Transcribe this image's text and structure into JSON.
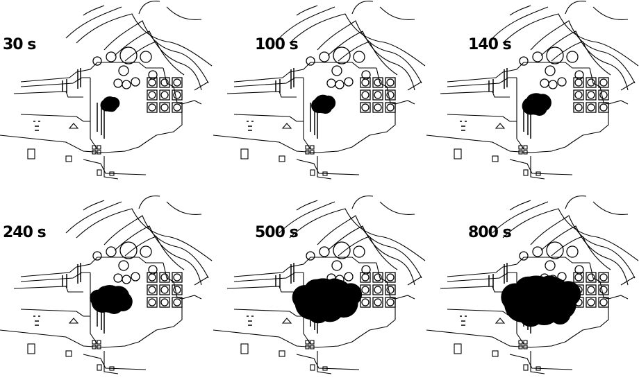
{
  "figure": {
    "panels": [
      {
        "time_label": "30 s",
        "plume_extent": 0.1
      },
      {
        "time_label": "100 s",
        "plume_extent": 0.18
      },
      {
        "time_label": "140 s",
        "plume_extent": 0.26
      },
      {
        "time_label": "240 s",
        "plume_extent": 0.4
      },
      {
        "time_label": "500 s",
        "plume_extent": 0.72
      },
      {
        "time_label": "800 s",
        "plume_extent": 0.85
      }
    ]
  }
}
